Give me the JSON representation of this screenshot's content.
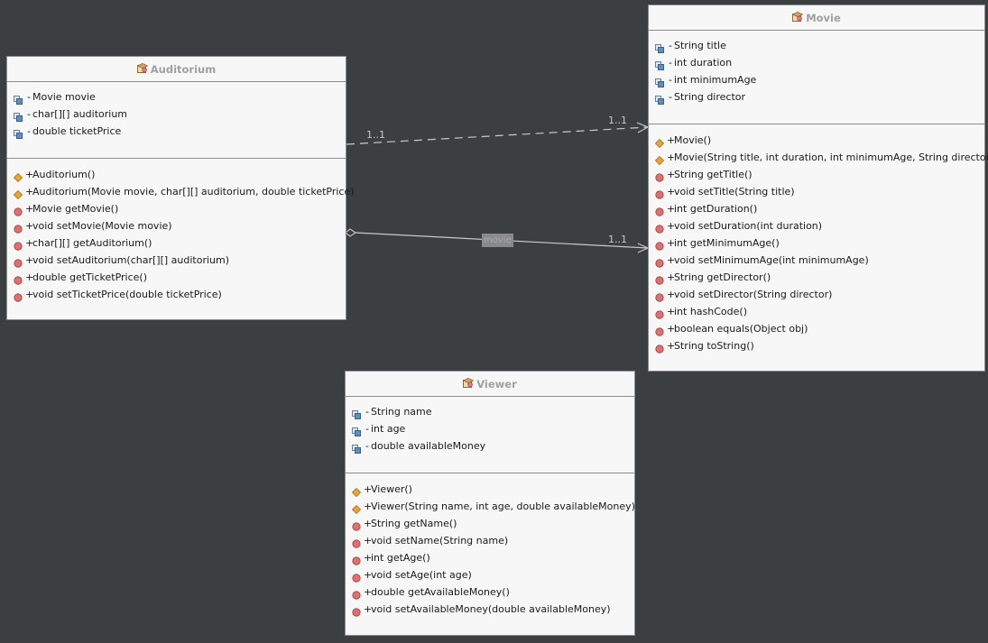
{
  "classes": {
    "auditorium": {
      "name": "Auditorium",
      "attributes": [
        {
          "vis": "-",
          "text": "Movie movie"
        },
        {
          "vis": "-",
          "text": "char[][] auditorium"
        },
        {
          "vis": "-",
          "text": "double ticketPrice"
        }
      ],
      "operations": [
        {
          "kind": "constructor",
          "vis": "+",
          "text": "Auditorium()"
        },
        {
          "kind": "constructor",
          "vis": "+",
          "text": "Auditorium(Movie movie, char[][] auditorium, double ticketPrice)"
        },
        {
          "kind": "method",
          "vis": "+",
          "text": "Movie getMovie()"
        },
        {
          "kind": "method",
          "vis": "+",
          "text": "void setMovie(Movie movie)"
        },
        {
          "kind": "method",
          "vis": "+",
          "text": "char[][] getAuditorium()"
        },
        {
          "kind": "method",
          "vis": "+",
          "text": "void setAuditorium(char[][] auditorium)"
        },
        {
          "kind": "method",
          "vis": "+",
          "text": "double getTicketPrice()"
        },
        {
          "kind": "method",
          "vis": "+",
          "text": "void setTicketPrice(double ticketPrice)"
        }
      ]
    },
    "movie": {
      "name": "Movie",
      "attributes": [
        {
          "vis": "-",
          "text": "String title"
        },
        {
          "vis": "-",
          "text": "int duration"
        },
        {
          "vis": "-",
          "text": "int minimumAge"
        },
        {
          "vis": "-",
          "text": "String director"
        }
      ],
      "operations": [
        {
          "kind": "constructor",
          "vis": "+",
          "text": "Movie()"
        },
        {
          "kind": "constructor",
          "vis": "+",
          "text": "Movie(String title, int duration, int minimumAge, String director)"
        },
        {
          "kind": "method",
          "vis": "+",
          "text": "String getTitle()"
        },
        {
          "kind": "method",
          "vis": "+",
          "text": "void setTitle(String title)"
        },
        {
          "kind": "method",
          "vis": "+",
          "text": "int getDuration()"
        },
        {
          "kind": "method",
          "vis": "+",
          "text": "void setDuration(int duration)"
        },
        {
          "kind": "method",
          "vis": "+",
          "text": "int getMinimumAge()"
        },
        {
          "kind": "method",
          "vis": "+",
          "text": "void setMinimumAge(int minimumAge)"
        },
        {
          "kind": "method",
          "vis": "+",
          "text": "String getDirector()"
        },
        {
          "kind": "method",
          "vis": "+",
          "text": "void setDirector(String director)"
        },
        {
          "kind": "method",
          "vis": "+",
          "text": "int hashCode()"
        },
        {
          "kind": "method",
          "vis": "+",
          "text": "boolean equals(Object obj)"
        },
        {
          "kind": "method",
          "vis": "+",
          "text": "String toString()"
        }
      ]
    },
    "viewer": {
      "name": "Viewer",
      "attributes": [
        {
          "vis": "-",
          "text": "String name"
        },
        {
          "vis": "-",
          "text": "int age"
        },
        {
          "vis": "-",
          "text": "double availableMoney"
        }
      ],
      "operations": [
        {
          "kind": "constructor",
          "vis": "+",
          "text": "Viewer()"
        },
        {
          "kind": "constructor",
          "vis": "+",
          "text": "Viewer(String name, int age, double availableMoney)"
        },
        {
          "kind": "method",
          "vis": "+",
          "text": "String getName()"
        },
        {
          "kind": "method",
          "vis": "+",
          "text": "void setName(String name)"
        },
        {
          "kind": "method",
          "vis": "+",
          "text": "int getAge()"
        },
        {
          "kind": "method",
          "vis": "+",
          "text": "void setAge(int age)"
        },
        {
          "kind": "method",
          "vis": "+",
          "text": "double getAvailableMoney()"
        },
        {
          "kind": "method",
          "vis": "+",
          "text": "void setAvailableMoney(double availableMoney)"
        }
      ]
    }
  },
  "relations": {
    "dependency": {
      "source_mult": "1..1",
      "target_mult": "1..1",
      "style": "dashed"
    },
    "aggregation": {
      "role": "movie",
      "target_mult": "1..1",
      "style": "solid"
    }
  },
  "colors": {
    "background": "#3c3f41",
    "class_fill": "#f7f7f7",
    "class_border": "#8c8c8c",
    "title_text": "#a0a0a0",
    "edge": "#c8c8c8",
    "constructor_icon": "#e8a33a",
    "method_icon": "#e07070",
    "field_icon": "#5a8fc8"
  },
  "icons": {
    "class": "class-icon",
    "field": "field-icon",
    "constructor": "constructor-icon",
    "method": "method-icon"
  }
}
